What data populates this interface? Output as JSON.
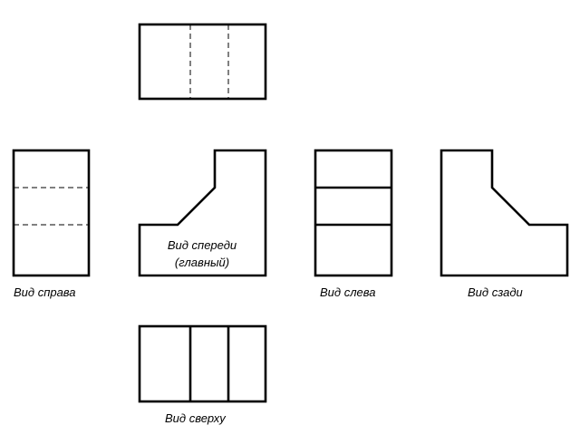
{
  "colors": {
    "line": "#000000",
    "background": "#ffffff"
  },
  "labels": {
    "front_line1": "Вид спереди",
    "front_line2": "(главный)",
    "right": "Вид справа",
    "left": "Вид слева",
    "back": "Вид сзади",
    "top": "Вид сверху"
  }
}
